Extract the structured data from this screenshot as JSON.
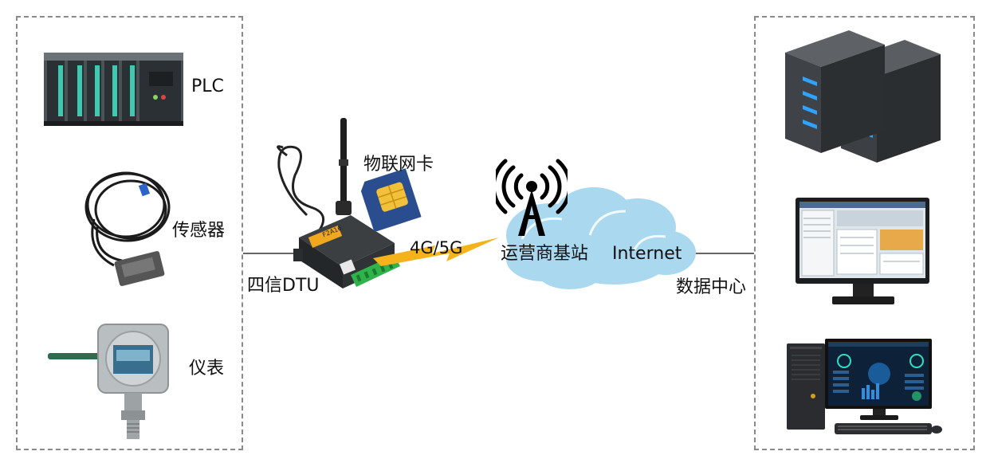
{
  "devices": {
    "plc": "PLC",
    "sensor": "传感器",
    "meter": "仪表"
  },
  "dtu_label": "四信DTU",
  "dtu_model": "F2A16",
  "sim_label": "物联网卡",
  "network_label": "4G/5G",
  "station_label": "运营商基站",
  "internet_label": "Internet",
  "datacenter_label": "数据中心",
  "colors": {
    "border": "#8a8a8a",
    "cloud": "#a9d8ef",
    "lightning": "#f4b21b",
    "sim": "#2a4d8f",
    "sim_chip": "#f2c13a",
    "terminal": "#2fb34a",
    "server_led": "#2ea3ff"
  }
}
